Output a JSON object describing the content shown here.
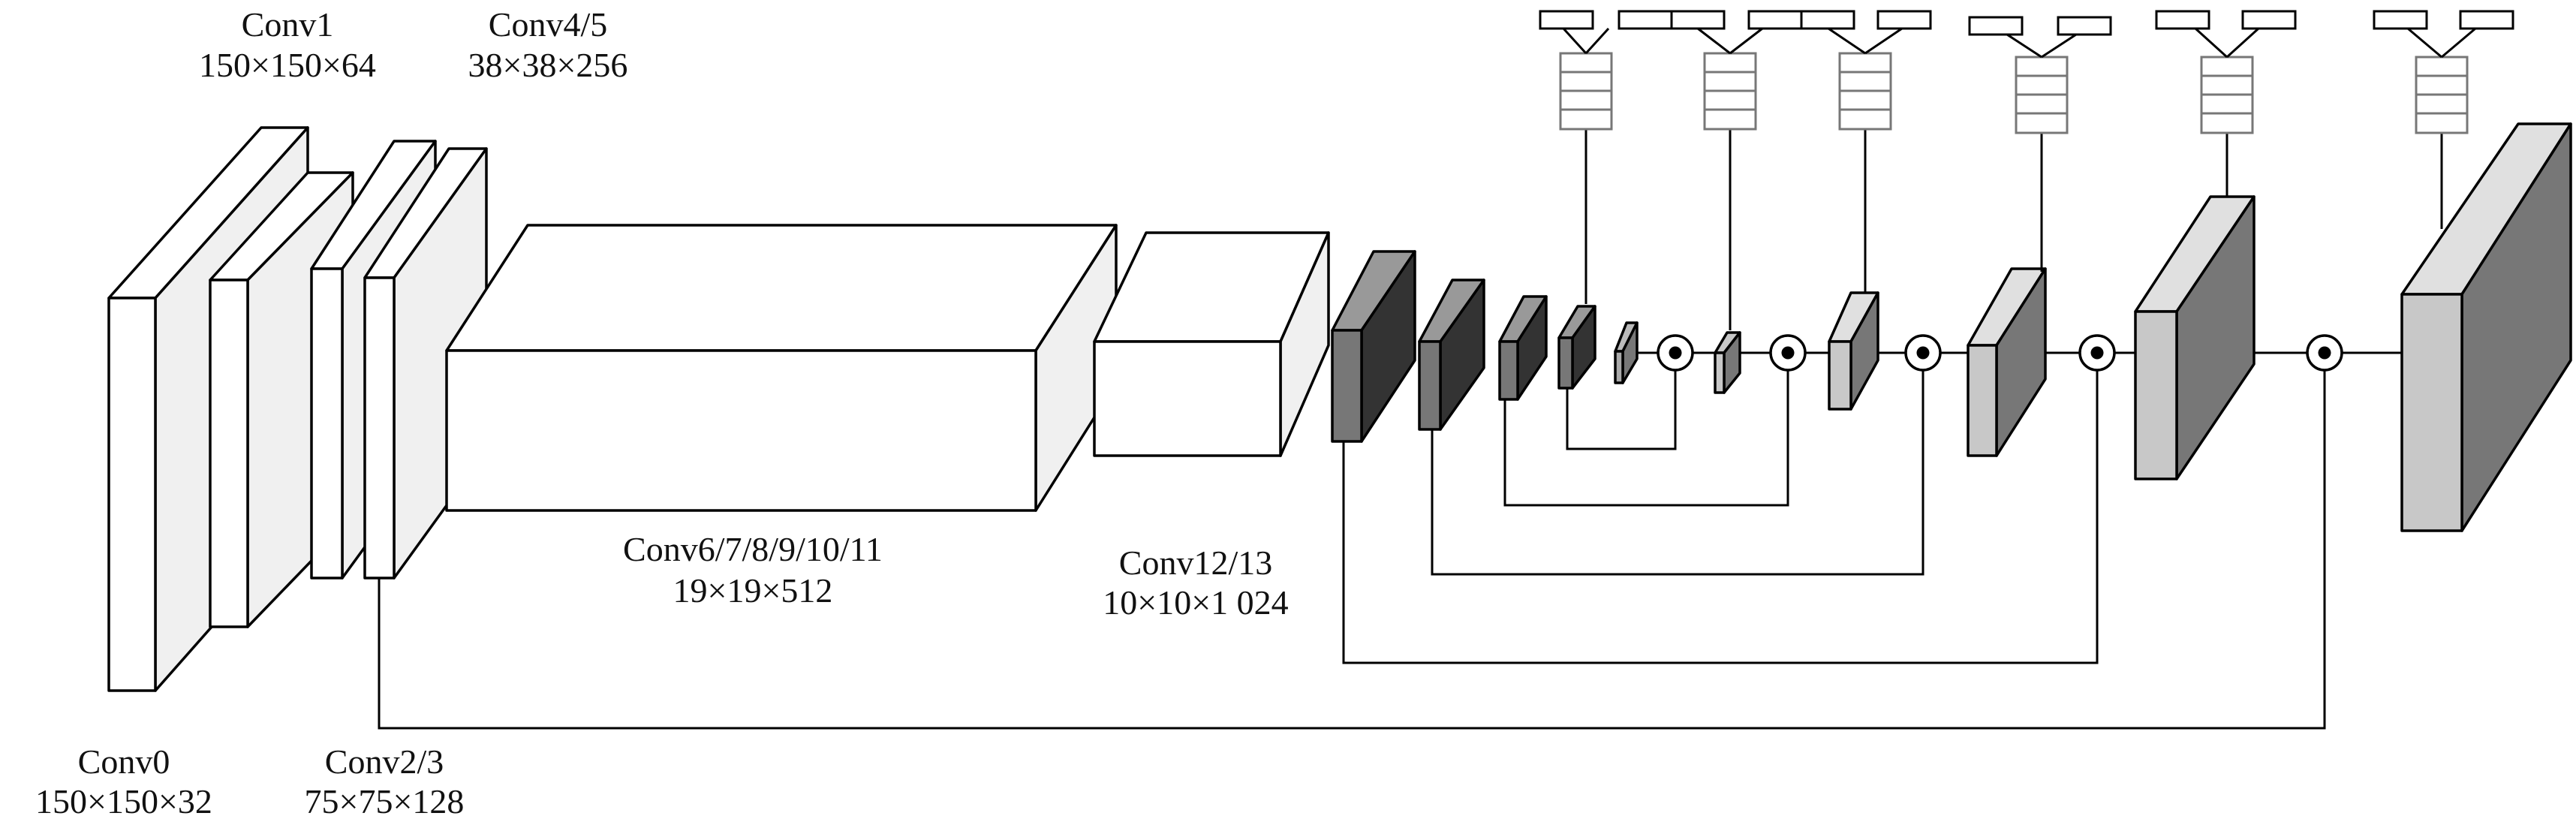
{
  "labels": {
    "conv0": [
      "Conv0",
      "150×150×32"
    ],
    "conv1": [
      "Conv1",
      "150×150×64"
    ],
    "conv23": [
      "Conv2/3",
      "75×75×128"
    ],
    "conv45": [
      "Conv4/5",
      "38×38×256"
    ],
    "conv6_11": [
      "Conv6/7/8/9/10/11",
      "19×19×512"
    ],
    "conv1213": [
      "Conv12/13",
      "10×10×1 024"
    ]
  },
  "colors": {
    "white_face": "#ffffff",
    "light_side": "#f0f0f0",
    "dark_block": "#333333",
    "mid_block": "#777777",
    "light_block": "#c8c8c8",
    "head_stroke": "#777777"
  },
  "merge_nodes": 5,
  "detection_heads": 6
}
